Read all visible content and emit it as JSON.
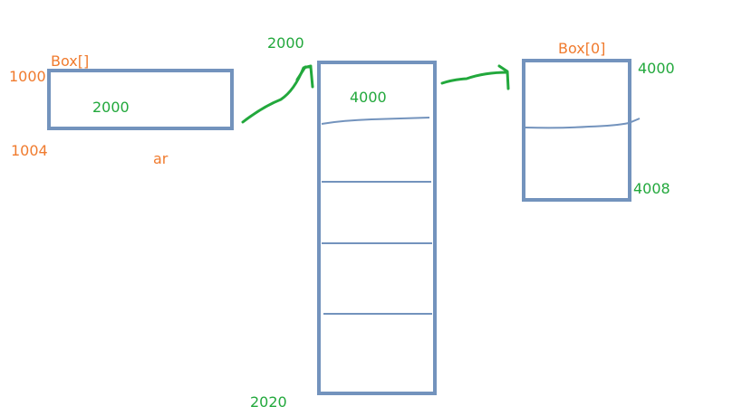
{
  "colors": {
    "box_stroke": "#7393bd",
    "arrow": "#22a83c",
    "orange_label": "#f07b2e",
    "green_label": "#22a83c",
    "background": "#ffffff"
  },
  "ar_box": {
    "type_label": "Box[]",
    "start_address": "1000",
    "end_address": "1004",
    "stored_value": "2000",
    "variable_name": "ar"
  },
  "array_block": {
    "start_address": "2000",
    "end_address": "2020",
    "first_slot_value": "4000",
    "slot_count": 5
  },
  "box0_object": {
    "type_label": "Box[0]",
    "start_address": "4000",
    "end_address": "4008",
    "field_count": 2
  },
  "arrows": [
    {
      "from": "ar_box",
      "to": "array_block"
    },
    {
      "from": "array_block",
      "to": "box0_object"
    }
  ]
}
